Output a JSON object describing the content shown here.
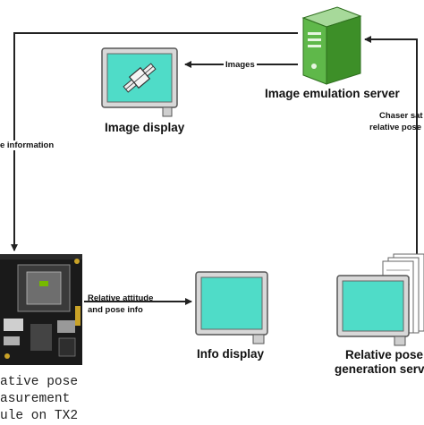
{
  "nodes": {
    "image_server": {
      "label": "Image emulation server"
    },
    "image_display": {
      "label": "Image display"
    },
    "info_display": {
      "label": "Info display"
    },
    "relative_pose_server": {
      "label_line1": "Relative pose",
      "label_line2": "generation server"
    },
    "tx2_module": {
      "label_lines": [
        "ative pose",
        "asurement",
        "ule on TX2"
      ]
    }
  },
  "edges": {
    "images": "Images",
    "chaser_line1": "Chaser sat",
    "chaser_line2": "relative pose",
    "pose_information": "e information",
    "relative_attitude_line1": "Relative attitude",
    "relative_attitude_line2": "and pose info"
  },
  "colors": {
    "screen": "#4fdcc8",
    "arrow": "#222222",
    "server_green": "#3f9a2a"
  }
}
